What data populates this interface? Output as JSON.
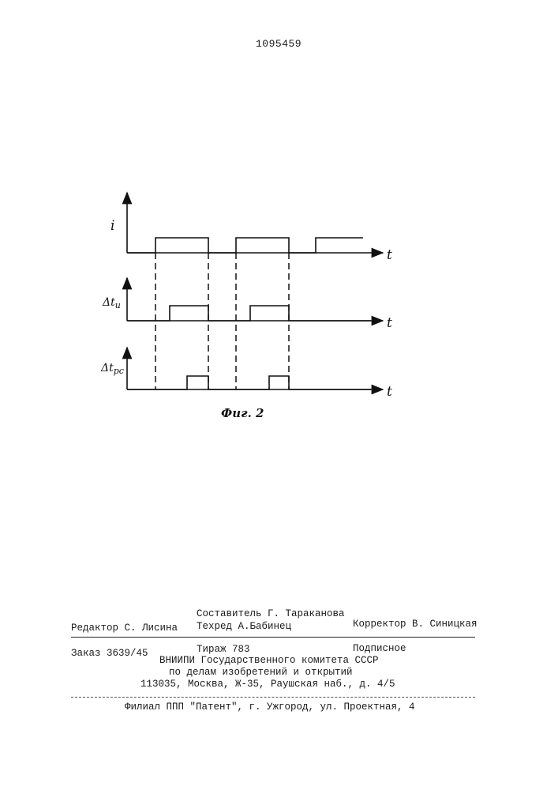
{
  "document": {
    "patent_number": "1095459"
  },
  "figure": {
    "caption": "Фиг. 2",
    "axis_t_label": "t",
    "traces": [
      {
        "label_main": "i",
        "label_sub": ""
      },
      {
        "label_main": "Δt",
        "label_sub": "и"
      },
      {
        "label_main": "Δt",
        "label_sub": "рс"
      }
    ]
  },
  "imprint": {
    "compiler": "Составитель Г. Тараканова",
    "editor": "Редактор С. Лисина",
    "tech_editor": "Техред А.Бабинец",
    "corrector": "Корректор В. Синицкая",
    "order": "Заказ 3639/45",
    "circulation": "Тираж 783",
    "subscription": "Подписное",
    "institute_line1": "ВНИИПИ Государственного комитета СССР",
    "institute_line2": "по делам изобретений и открытий",
    "institute_address": "113035, Москва, Ж-35, Раушская наб., д. 4/5",
    "branch": "Филиал ППП \"Патент\", г. Ужгород, ул. Проектная, 4"
  }
}
